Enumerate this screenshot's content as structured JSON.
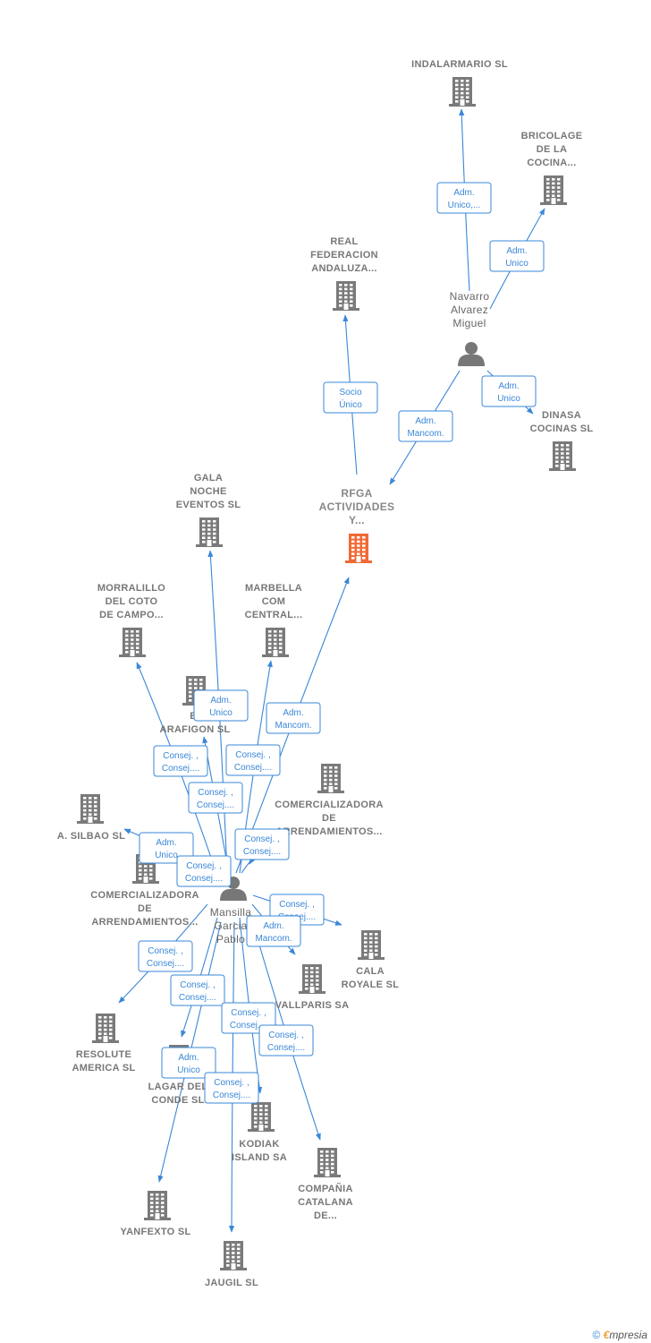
{
  "colors": {
    "edge": "#3a87d8",
    "company": "#7a7a7a",
    "focus": "#f06a35",
    "person": "#777777"
  },
  "nodes": [
    {
      "id": "indalarmario",
      "type": "company",
      "label": [
        "INDALARMARIO SL"
      ]
    },
    {
      "id": "bricolage",
      "type": "company",
      "label": [
        "BRICOLAGE",
        "DE LA",
        "COCINA..."
      ]
    },
    {
      "id": "real",
      "type": "company",
      "label": [
        "REAL",
        "FEDERACION",
        "ANDALUZA..."
      ]
    },
    {
      "id": "navarro",
      "type": "person",
      "label": [
        "Navarro",
        "Alvarez",
        "Miguel"
      ]
    },
    {
      "id": "dinasa",
      "type": "company",
      "label": [
        "DINASA",
        "COCINAS SL"
      ]
    },
    {
      "id": "rfga",
      "type": "focus",
      "label": [
        "RFGA",
        "ACTIVIDADES",
        "Y..."
      ]
    },
    {
      "id": "gala",
      "type": "company",
      "label": [
        "GALA",
        "NOCHE",
        "EVENTOS  SL"
      ]
    },
    {
      "id": "morralillo",
      "type": "company",
      "label": [
        "MORRALILLO",
        "DEL COTO",
        "DE CAMPO..."
      ]
    },
    {
      "id": "marbella",
      "type": "company",
      "label": [
        "MARBELLA",
        "COM",
        "CENTRAL..."
      ]
    },
    {
      "id": "arafigon",
      "type": "company",
      "label": [
        "B.",
        "ARAFIGON  SL"
      ]
    },
    {
      "id": "comer1",
      "type": "company",
      "label": [
        "COMERCIALIZADORA",
        "DE",
        "ARRENDAMIENTOS..."
      ]
    },
    {
      "id": "silbao",
      "type": "company",
      "label": [
        "A.  SILBAO  SL"
      ]
    },
    {
      "id": "comer2",
      "type": "company",
      "label": [
        "COMERCIALIZADORA",
        "DE",
        "ARRENDAMIENTOS..."
      ]
    },
    {
      "id": "mansilla",
      "type": "person",
      "label": [
        "Mansilla",
        "Garcia",
        "Pablo"
      ]
    },
    {
      "id": "cala",
      "type": "company",
      "label": [
        "CALA",
        "ROYALE  SL"
      ]
    },
    {
      "id": "vallparis",
      "type": "company",
      "label": [
        "VALLPARIS SA"
      ]
    },
    {
      "id": "resolute",
      "type": "company",
      "label": [
        "RESOLUTE",
        "AMERICA SL"
      ]
    },
    {
      "id": "lagar",
      "type": "company",
      "label": [
        "LAGAR DEL",
        "CONDE  SL"
      ]
    },
    {
      "id": "kodiak",
      "type": "company",
      "label": [
        "KODIAK",
        "ISLAND SA"
      ]
    },
    {
      "id": "compania",
      "type": "company",
      "label": [
        "COMPAÑIA",
        "CATALANA",
        "DE..."
      ]
    },
    {
      "id": "yanfexto",
      "type": "company",
      "label": [
        "YANFEXTO  SL"
      ]
    },
    {
      "id": "jaugil",
      "type": "company",
      "label": [
        "JAUGIL  SL"
      ]
    }
  ],
  "edges": [
    {
      "label": [
        "Adm.",
        "Unico,..."
      ]
    },
    {
      "label": [
        "Adm.",
        "Unico"
      ]
    },
    {
      "label": [
        "Socio",
        "Único"
      ]
    },
    {
      "label": [
        "Adm.",
        "Unico"
      ]
    },
    {
      "label": [
        "Adm.",
        "Mancom."
      ]
    },
    {
      "label": [
        "Adm.",
        "Unico"
      ]
    },
    {
      "label": [
        "Adm.",
        "Mancom."
      ]
    },
    {
      "label": [
        "Consej. ,",
        "Consej...."
      ]
    },
    {
      "label": [
        "Consej. ,",
        "Consej...."
      ]
    },
    {
      "label": [
        "Consej. ,",
        "Consej...."
      ]
    },
    {
      "label": [
        "Consej. ,",
        "Consej...."
      ]
    },
    {
      "label": [
        "Adm.",
        "Unico"
      ]
    },
    {
      "label": [
        "Consej. ,",
        "Consej...."
      ]
    },
    {
      "label": [
        "Consej. ,",
        "Consej...."
      ]
    },
    {
      "label": [
        "Adm.",
        "Mancom."
      ]
    },
    {
      "label": [
        "Consej. ,",
        "Consej...."
      ]
    },
    {
      "label": [
        "Consej. ,",
        "Consej...."
      ]
    },
    {
      "label": [
        "Consej. ,",
        "Consej...."
      ]
    },
    {
      "label": [
        "Consej. ,",
        "Consej...."
      ]
    },
    {
      "label": [
        "Adm.",
        "Unico"
      ]
    },
    {
      "label": [
        "Consej. ,",
        "Consej...."
      ]
    }
  ],
  "footer": {
    "copyright": "©",
    "brand_first": "€",
    "brand_rest": "mpresia"
  }
}
